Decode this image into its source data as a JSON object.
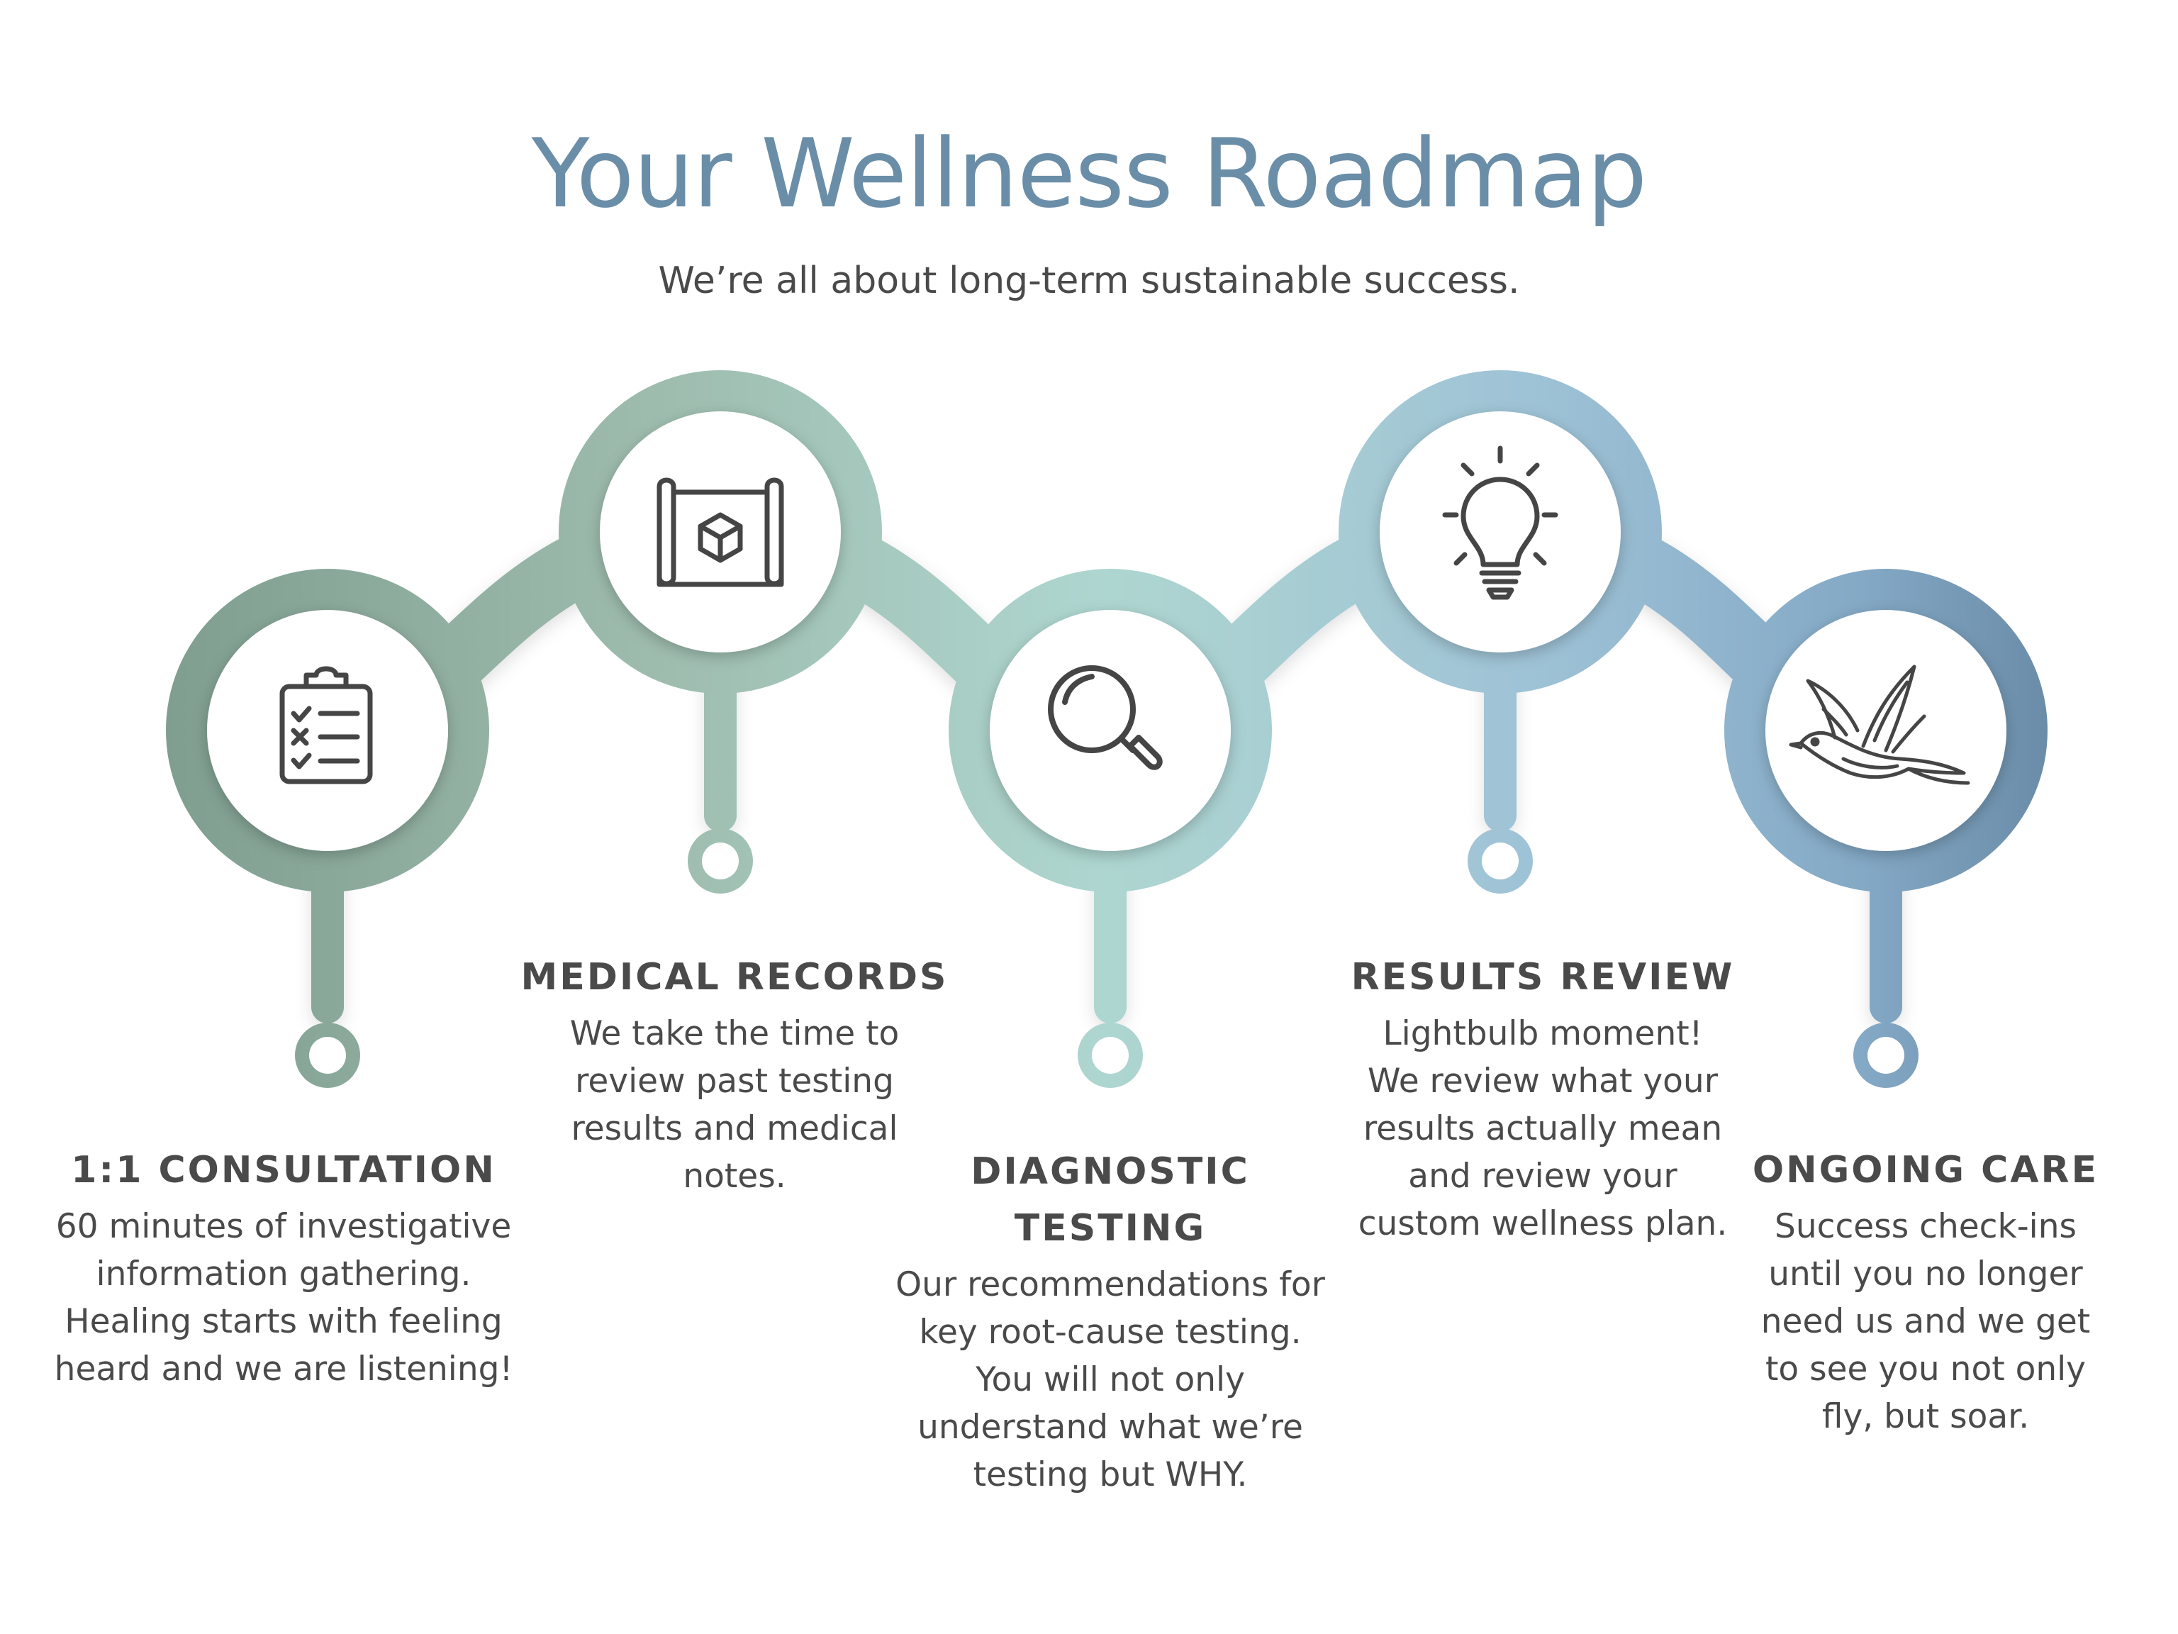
{
  "header": {
    "title": "Your Wellness Roadmap",
    "subtitle": "We’re all about long-term sustainable success."
  },
  "colors": {
    "sage_dark": "#7f9e8f",
    "sage": "#9dbbac",
    "mint": "#aed6d0",
    "sky": "#9fc3d6",
    "steel": "#6f93b0",
    "text": "#4a4a4a",
    "title": "#6b8ea8"
  },
  "steps": [
    {
      "icon": "clipboard-checklist-icon",
      "title": "1:1 CONSULTATION",
      "desc": [
        "60 minutes of investigative",
        "information gathering.",
        "Healing starts with feeling",
        "heard and we are listening!"
      ]
    },
    {
      "icon": "blueprint-icon",
      "title": "MEDICAL RECORDS",
      "desc": [
        "We take the time to",
        "review past testing",
        "results and medical",
        "notes."
      ]
    },
    {
      "icon": "magnifying-glass-icon",
      "title": [
        "DIAGNOSTIC",
        "TESTING"
      ],
      "desc": [
        "Our recommendations for",
        "key root-cause testing.",
        "You will not only",
        "understand what we’re",
        "testing but WHY."
      ]
    },
    {
      "icon": "lightbulb-icon",
      "title": "RESULTS REVIEW",
      "desc": [
        "Lightbulb moment!",
        "We review what your",
        "results actually mean",
        "and review your",
        "custom wellness plan."
      ]
    },
    {
      "icon": "swallow-bird-icon",
      "title": "ONGOING CARE",
      "desc": [
        "Success check-ins",
        "until you no longer",
        "need us and we get",
        "to see you not only",
        "fly, but soar."
      ]
    }
  ]
}
